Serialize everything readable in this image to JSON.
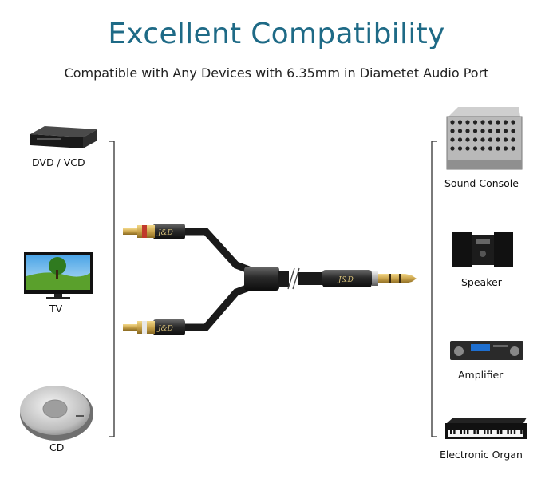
{
  "title": "Excellent Compatibility",
  "subtitle": "Compatible with Any Devices with 6.35mm in Diametet Audio Port",
  "left_devices": [
    {
      "label": "DVD / VCD",
      "icon": "dvd-player-icon"
    },
    {
      "label": "TV",
      "icon": "tv-icon"
    },
    {
      "label": "CD",
      "icon": "cd-player-icon"
    }
  ],
  "right_devices": [
    {
      "label": "Sound Console",
      "icon": "mixer-console-icon"
    },
    {
      "label": "Speaker",
      "icon": "speaker-icon"
    },
    {
      "label": "Amplifier",
      "icon": "amplifier-icon"
    },
    {
      "label": "Electronic Organ",
      "icon": "keyboard-icon"
    }
  ],
  "cable": {
    "logo": "J&D"
  },
  "colors": {
    "title": "#1e6a86",
    "rca_red": "#c0392b",
    "gold": "#c9a34a"
  }
}
